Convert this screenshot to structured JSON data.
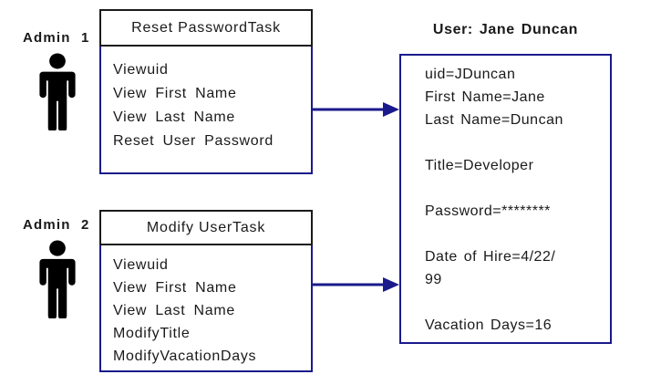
{
  "diagram": {
    "background": "#ffffff",
    "colors": {
      "box_border": "#1a1a8c",
      "header_border": "#1a1a1a",
      "arrow": "#1a1a8c",
      "text": "#1a1a1a",
      "icon": "#000000"
    },
    "admins": [
      {
        "label": "Admin 1"
      },
      {
        "label": "Admin 2"
      }
    ],
    "tasks": [
      {
        "title": "Reset PasswordTask",
        "permissions": [
          "Viewuid",
          "View First Name",
          "View Last Name",
          "Reset User Password"
        ]
      },
      {
        "title": "Modify UserTask",
        "permissions": [
          "Viewuid",
          "View First Name",
          "View Last Name",
          "ModifyTitle",
          "ModifyVacationDays"
        ]
      }
    ],
    "user": {
      "title": "User: Jane Duncan",
      "lines": [
        "uid=JDuncan",
        "First Name=Jane",
        "Last Name=Duncan",
        "",
        "Title=Developer",
        "",
        "Password=********",
        "",
        "Date of Hire=4/22/",
        "99",
        "",
        "Vacation Days=16"
      ]
    }
  }
}
